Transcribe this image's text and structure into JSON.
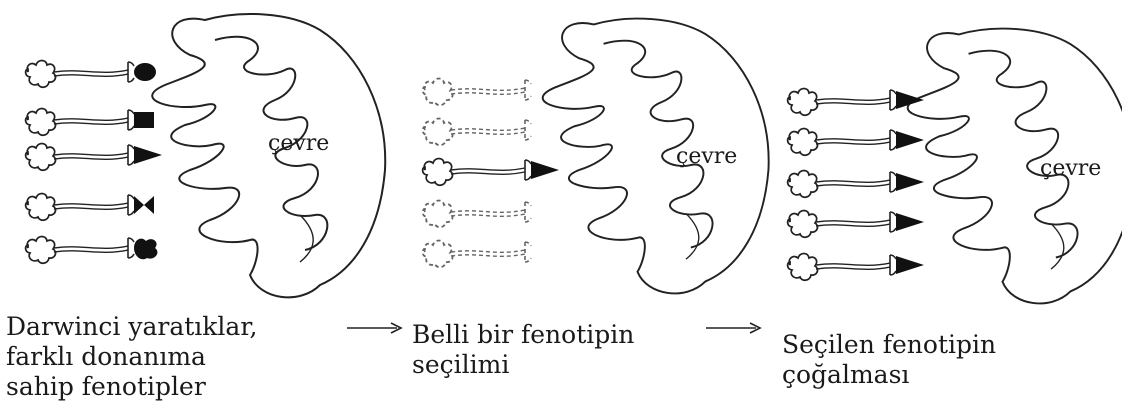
{
  "environment_label": "çevre",
  "panels": [
    {
      "caption_lines": [
        "Darwinci yaratıklar,",
        "farklı donanıma",
        "sahip fenotipler"
      ],
      "creatures": [
        {
          "tip": "oval",
          "state": "solid"
        },
        {
          "tip": "square",
          "state": "solid"
        },
        {
          "tip": "triangle",
          "state": "solid"
        },
        {
          "tip": "bowtie",
          "state": "solid"
        },
        {
          "tip": "blob",
          "state": "solid"
        }
      ]
    },
    {
      "caption_lines": [
        "Belli bir fenotipin",
        "seçilimi"
      ],
      "creatures": [
        {
          "tip": "none",
          "state": "dashed"
        },
        {
          "tip": "none",
          "state": "dashed"
        },
        {
          "tip": "triangle",
          "state": "solid"
        },
        {
          "tip": "none",
          "state": "dashed"
        },
        {
          "tip": "none",
          "state": "dashed"
        }
      ]
    },
    {
      "caption_lines": [
        "Seçilen fenotipin",
        "çoğalması"
      ],
      "creatures": [
        {
          "tip": "triangle",
          "state": "solid"
        },
        {
          "tip": "triangle",
          "state": "solid"
        },
        {
          "tip": "triangle",
          "state": "solid"
        },
        {
          "tip": "triangle",
          "state": "solid"
        },
        {
          "tip": "triangle",
          "state": "solid"
        }
      ]
    }
  ]
}
